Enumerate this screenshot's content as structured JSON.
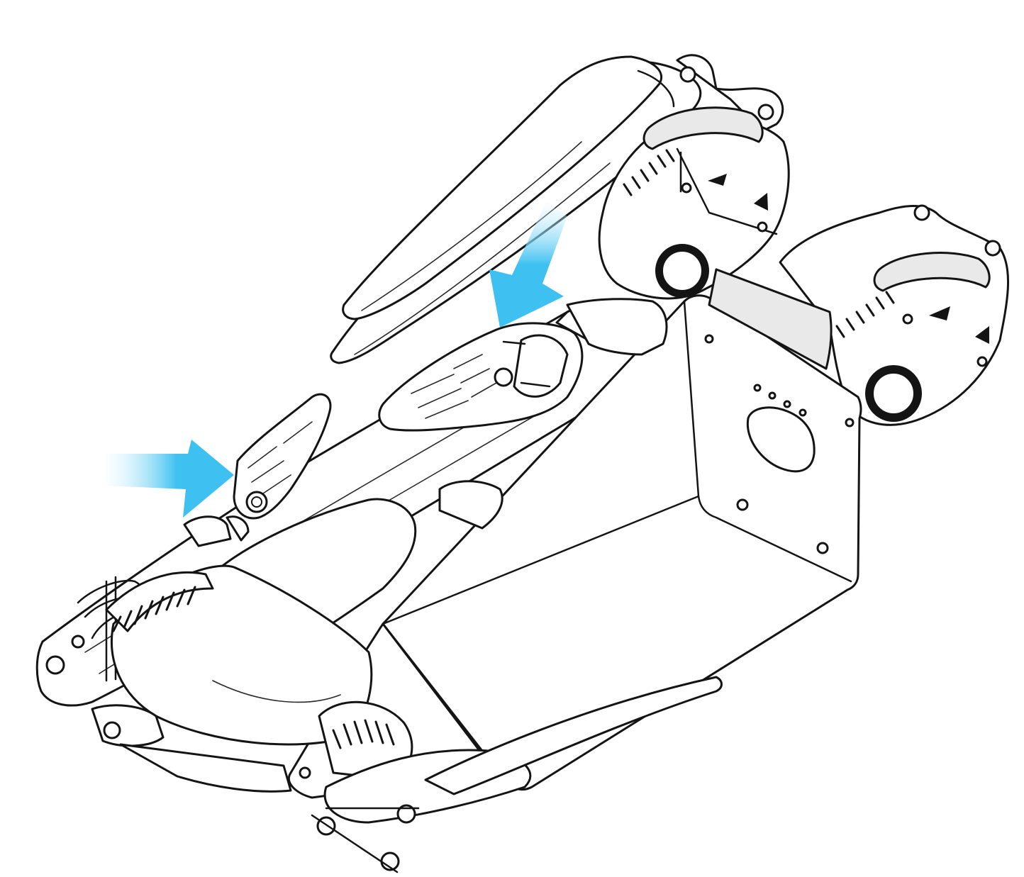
{
  "figure": {
    "subject": "folded-drone-bottom-view",
    "colors": {
      "arrow_primary": "#3ec1f0",
      "arrow_fade": "#e6f7fd",
      "outline": "#141414",
      "body_fill": "#ffffff",
      "shade_fill": "#e9e9e9"
    },
    "callouts": [
      {
        "id": "arrow-front-arm-release",
        "points_to": "front-arm-latch",
        "icon": "arrow-icon"
      },
      {
        "id": "arrow-rear-arm-release",
        "points_to": "rear-arm-latch",
        "icon": "arrow-icon"
      }
    ],
    "status_led_count": 4
  }
}
